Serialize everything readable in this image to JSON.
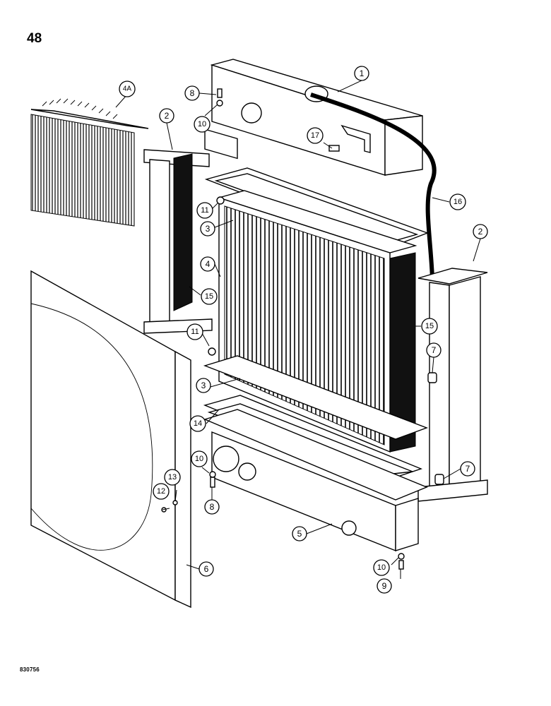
{
  "page_number": "48",
  "figure_code": "830756",
  "callouts": [
    {
      "id": "c1",
      "label": "1"
    },
    {
      "id": "c2a",
      "label": "2"
    },
    {
      "id": "c2b",
      "label": "2"
    },
    {
      "id": "c3a",
      "label": "3"
    },
    {
      "id": "c3b",
      "label": "3"
    },
    {
      "id": "c4",
      "label": "4"
    },
    {
      "id": "c4a",
      "label": "4A"
    },
    {
      "id": "c5",
      "label": "5"
    },
    {
      "id": "c6",
      "label": "6"
    },
    {
      "id": "c7a",
      "label": "7"
    },
    {
      "id": "c7b",
      "label": "7"
    },
    {
      "id": "c8a",
      "label": "8"
    },
    {
      "id": "c8b",
      "label": "8"
    },
    {
      "id": "c9",
      "label": "9"
    },
    {
      "id": "c10a",
      "label": "10"
    },
    {
      "id": "c10b",
      "label": "10"
    },
    {
      "id": "c10c",
      "label": "10"
    },
    {
      "id": "c11a",
      "label": "11"
    },
    {
      "id": "c11b",
      "label": "11"
    },
    {
      "id": "c12",
      "label": "12"
    },
    {
      "id": "c13",
      "label": "13"
    },
    {
      "id": "c14",
      "label": "14"
    },
    {
      "id": "c15a",
      "label": "15"
    },
    {
      "id": "c15b",
      "label": "15"
    },
    {
      "id": "c16",
      "label": "16"
    },
    {
      "id": "c17",
      "label": "17"
    }
  ]
}
